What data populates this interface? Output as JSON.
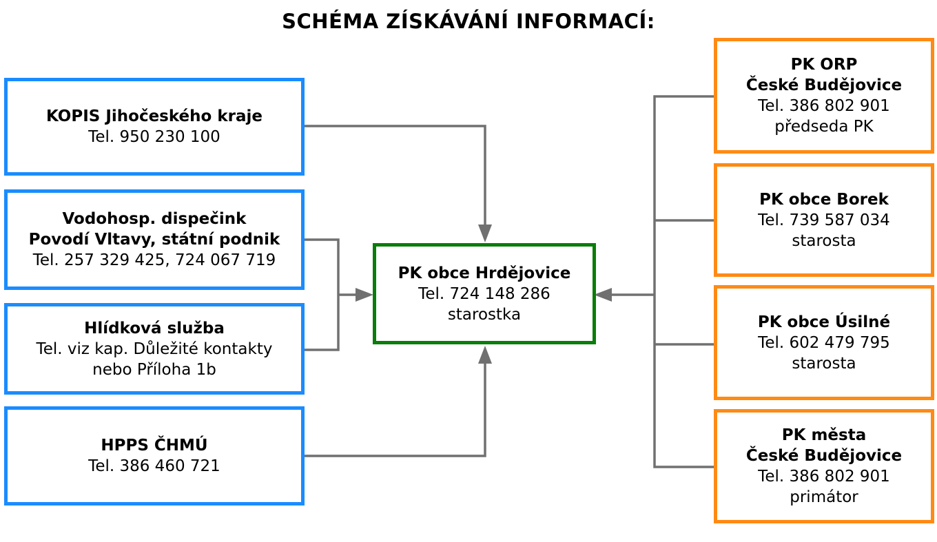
{
  "title": "SCHÉMA ZÍSKÁVÁNÍ INFORMACÍ:",
  "colors": {
    "left_border": "#1a8cff",
    "center_border": "#0a7d0a",
    "right_border": "#ff8a14",
    "connector": "#707070"
  },
  "left_boxes": [
    {
      "lines": [
        "KOPIS Jihočeského kraje",
        "Tel. 950 230 100"
      ]
    },
    {
      "lines": [
        "Vodohosp. dispečink",
        "Povodí Vltavy, státní podnik",
        "Tel. 257 329 425, 724 067 719"
      ]
    },
    {
      "lines": [
        "Hlídková služba",
        "Tel. viz kap. Důležité kontakty",
        "nebo Příloha 1b"
      ]
    },
    {
      "lines": [
        "HPPS ČHMÚ",
        "Tel. 386 460 721"
      ]
    }
  ],
  "center_box": {
    "lines": [
      "PK obce Hrdějovice",
      "Tel. 724 148 286",
      "starostka"
    ]
  },
  "right_boxes": [
    {
      "lines": [
        "PK ORP",
        "České Budějovice",
        "Tel. 386 802 901",
        "předseda PK"
      ]
    },
    {
      "lines": [
        "PK obce Borek",
        "Tel. 739 587 034",
        "starosta"
      ]
    },
    {
      "lines": [
        "PK obce Úsilné",
        "Tel. 602 479 795",
        "starosta"
      ]
    },
    {
      "lines": [
        "PK města",
        "České Budějovice",
        "Tel. 386 802 901",
        "primátor"
      ]
    }
  ]
}
